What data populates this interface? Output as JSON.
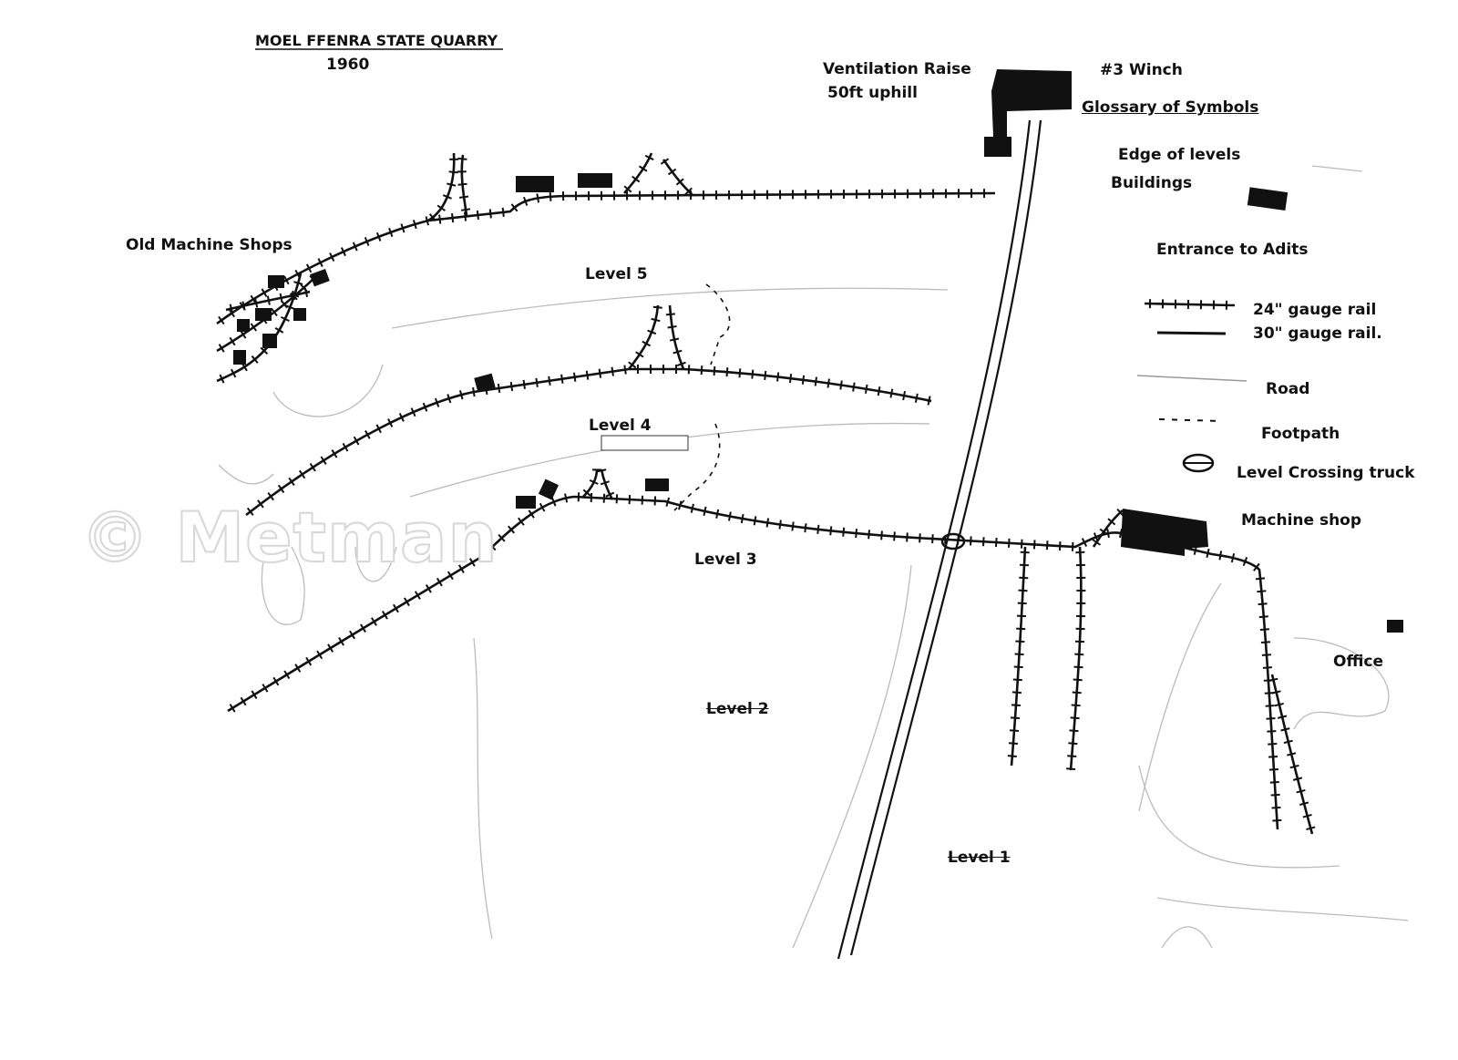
{
  "title": "MOEL FFENRA STATE QUARRY",
  "year": "1960",
  "labels": {
    "ventilation_raise": "Ventilation Raise",
    "ventilation_raise_note": "50ft uphill",
    "winch": "#3 Winch",
    "old_machine_shops": "Old Machine Shops",
    "level_5": "Level 5",
    "level_4": "Level 4",
    "level_3": "Level 3",
    "level_2": "Level 2",
    "level_1": "Level 1",
    "machine_shop": "Machine shop",
    "office": "Office"
  },
  "glossary": {
    "heading": "Glossary of Symbols",
    "items": [
      {
        "label": "Edge of levels",
        "symbol": "edge-line"
      },
      {
        "label": "Buildings",
        "symbol": "building"
      },
      {
        "label": "Entrance to Adits",
        "symbol": "adit"
      },
      {
        "label": "24\" gauge rail",
        "symbol": "ticked-rail"
      },
      {
        "label": "30\" gauge rail.",
        "symbol": "solid-rail"
      },
      {
        "label": "Road",
        "symbol": "road"
      },
      {
        "label": "Footpath",
        "symbol": "dashed"
      },
      {
        "label": "Level Crossing truck",
        "symbol": "crossing"
      }
    ]
  },
  "watermark": "© Metman",
  "colors": {
    "ink": "#111111",
    "road": "#9a9a9a",
    "edge": "#bdbdbd"
  }
}
